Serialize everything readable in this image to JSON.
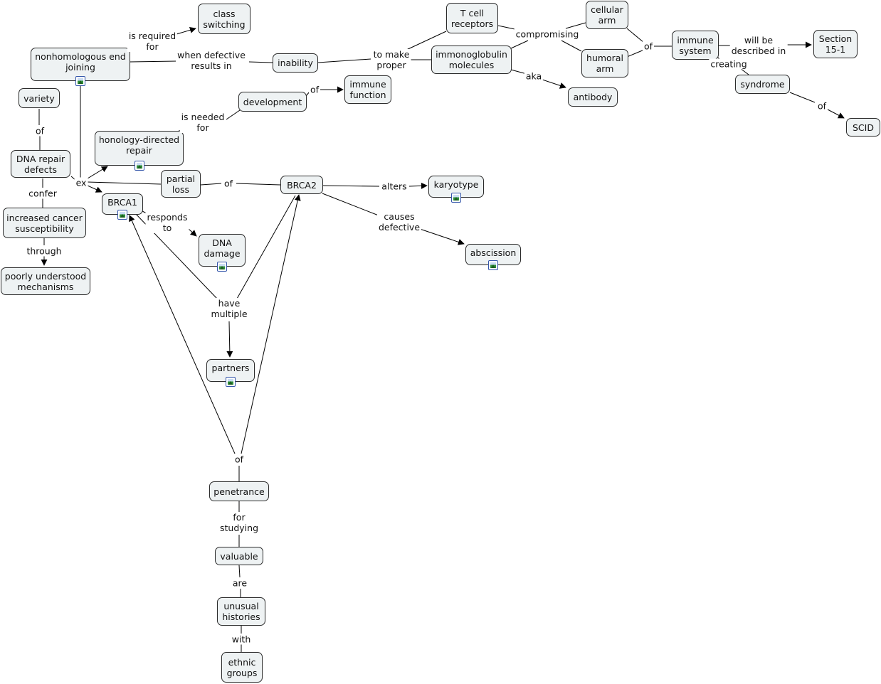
{
  "map": {
    "nodes": {
      "class_switching": "class\nswitching",
      "nhej": "nonhomologous end\njoining",
      "variety": "variety",
      "dna_repair_defects": "DNA repair\ndefects",
      "increased_cancer": "increased cancer\nsusceptibility",
      "poorly_understood": "poorly understood\nmechanisms",
      "inability": "inability",
      "development": "development",
      "immune_function": "immune\nfunction",
      "hdr": "honology-directed\nrepair",
      "partial_loss": "partial\nloss",
      "brca1": "BRCA1",
      "brca2": "BRCA2",
      "dna_damage": "DNA\ndamage",
      "karyotype": "karyotype",
      "abscission": "abscission",
      "partners": "partners",
      "penetrance": "penetrance",
      "valuable": "valuable",
      "unusual_histories": "unusual\nhistories",
      "ethnic_groups": "ethnic\ngroups",
      "t_cell_receptors": "T cell\nreceptors",
      "immunoglobulin": "immonoglobulin\nmolecules",
      "cellular_arm": "cellular\narm",
      "humoral_arm": "humoral\narm",
      "immune_system": "immune\nsystem",
      "section": "Section\n15-1",
      "syndrome": "syndrome",
      "scid": "SCID",
      "antibody": "antibody"
    },
    "links": {
      "is_required_for": "is required\nfor",
      "when_defective": "when defective\nresults in",
      "of_variety": "of",
      "confer": "confer",
      "through": "through",
      "ex": "ex",
      "of_development": "of",
      "is_needed_for": "is needed\nfor",
      "of_partial": "of",
      "responds_to": "responds\nto",
      "alters": "alters",
      "causes_defective": "causes\ndefective",
      "have_multiple": "have\nmultiple",
      "of_penetrance": "of",
      "for_studying": "for\nstudying",
      "are": "are",
      "with": "with",
      "to_make_proper": "to make\nproper",
      "compromising": "compromising",
      "aka": "aka",
      "of_immune": "of",
      "will_be_described": "will be\ndescribed in",
      "creating": "creating",
      "of_syndrome": "of"
    }
  },
  "colors": {
    "node_fill": "#eef2f3",
    "node_border": "#2b2b2b",
    "line": "#000000"
  }
}
